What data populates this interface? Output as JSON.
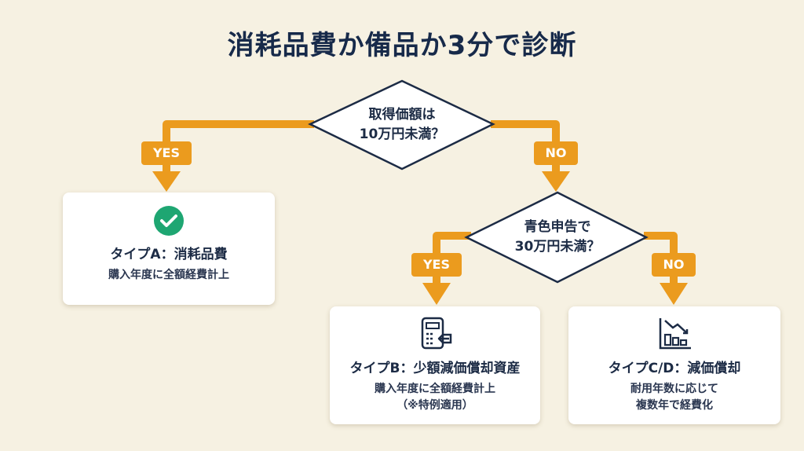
{
  "title": "消耗品費か備品か3分で診断",
  "colors": {
    "arrow": "#eb9b1e",
    "text": "#1c2b45",
    "check": "#1ea672",
    "background": "#f6f1e2"
  },
  "decision1": {
    "line1": "取得価額は",
    "line2": "10万円未満？",
    "yes_label": "YES",
    "no_label": "NO"
  },
  "decision2": {
    "line1": "青色申告で",
    "line2": "30万円未満？",
    "yes_label": "YES",
    "no_label": "NO"
  },
  "results": [
    {
      "icon": "check-circle-icon",
      "title": "タイプA：消耗品費",
      "desc_line1": "購入年度に全額経費計上",
      "desc_line2": ""
    },
    {
      "icon": "calculator-icon",
      "title": "タイプB：少額減価償却資産",
      "desc_line1": "購入年度に全額経費計上",
      "desc_line2": "（※特例適用）"
    },
    {
      "icon": "declining-chart-icon",
      "title": "タイプC/D：減価償却",
      "desc_line1": "耐用年数に応じて",
      "desc_line2": "複数年で経費化"
    }
  ]
}
